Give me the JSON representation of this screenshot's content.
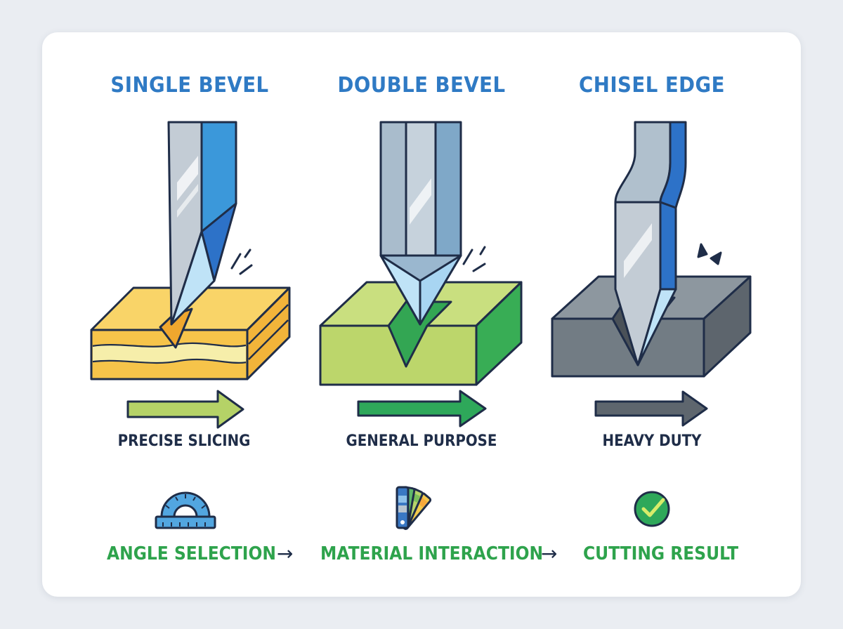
{
  "panels": [
    {
      "title": "SINGLE BEVEL",
      "caption": "PRECISE SLICING",
      "material_color": "#f8c94e",
      "arrow_color": "#b5d267"
    },
    {
      "title": "DOUBLE BEVEL",
      "caption": "GENERAL PURPOSE",
      "material_color": "#b9d56a",
      "arrow_color": "#2ea85a"
    },
    {
      "title": "CHISEL EDGE",
      "caption": "HEAVY DUTY",
      "material_color": "#6e7880",
      "arrow_color": "#5e666e"
    }
  ],
  "process": {
    "steps": [
      {
        "label": "ANGLE SELECTION",
        "icon": "protractor-icon"
      },
      {
        "label": "MATERIAL INTERACTION",
        "icon": "color-swatch-icon"
      },
      {
        "label": "CUTTING RESULT",
        "icon": "checkmark-circle-icon"
      }
    ],
    "connector": "→"
  },
  "colors": {
    "title": "#2f7ac4",
    "caption": "#1f2d48",
    "step": "#2ea34c",
    "outline": "#1f2d48",
    "blade_blue": "#3a8fd8",
    "blade_steel": "#b8c4cf"
  }
}
